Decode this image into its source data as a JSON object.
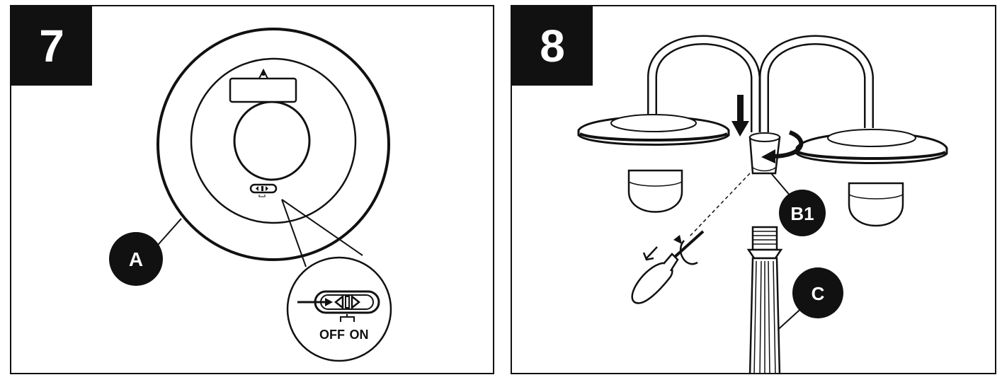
{
  "steps": [
    {
      "number": "7",
      "callouts": {
        "part": "A"
      },
      "switch": {
        "off_label": "OFF",
        "on_label": "ON"
      }
    },
    {
      "number": "8",
      "callouts": {
        "connector": "B1",
        "post": "C"
      }
    }
  ]
}
